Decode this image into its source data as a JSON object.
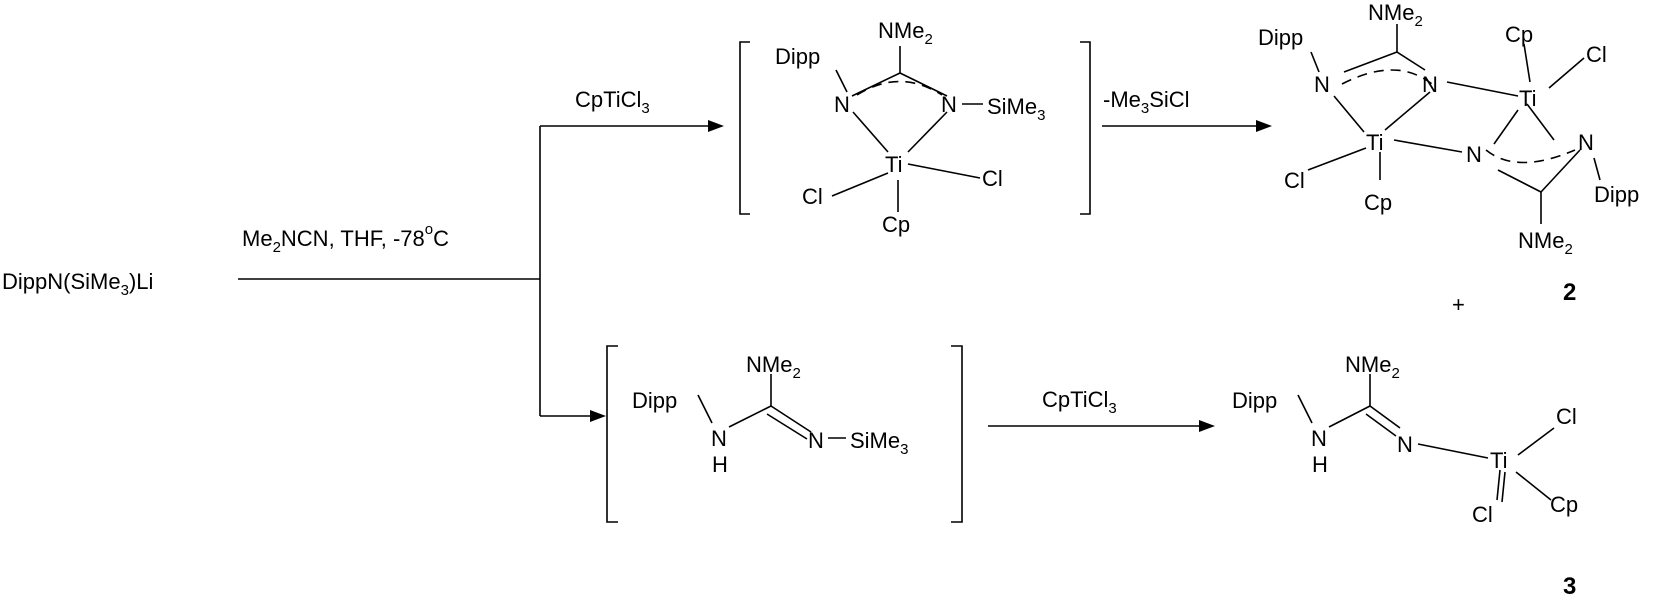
{
  "reactant": {
    "pre": "DippN(SiMe",
    "sub": "3",
    "post": ")Li"
  },
  "conditions": {
    "a": "Me",
    "a_sub": "2",
    "b": "NCN, THF, -78",
    "deg": "o",
    "c": "C"
  },
  "reagent_top": {
    "main": "CpTiCl",
    "sub": "3"
  },
  "reagent_bottom": {
    "main": "CpTiCl",
    "sub": "3"
  },
  "elimination": {
    "pre": "-Me",
    "sub": "3",
    "post": "SiCl"
  },
  "atoms": {
    "dipp": "Dipp",
    "n": "N",
    "nme": "NMe",
    "two": "2",
    "n_sime": "N",
    "sime": "SiMe",
    "three": "3",
    "ti": "Ti",
    "cl": "Cl",
    "cp": "Cp",
    "h": "H"
  },
  "labels": {
    "compound_2": "2",
    "compound_3": "3",
    "plus": "+"
  }
}
